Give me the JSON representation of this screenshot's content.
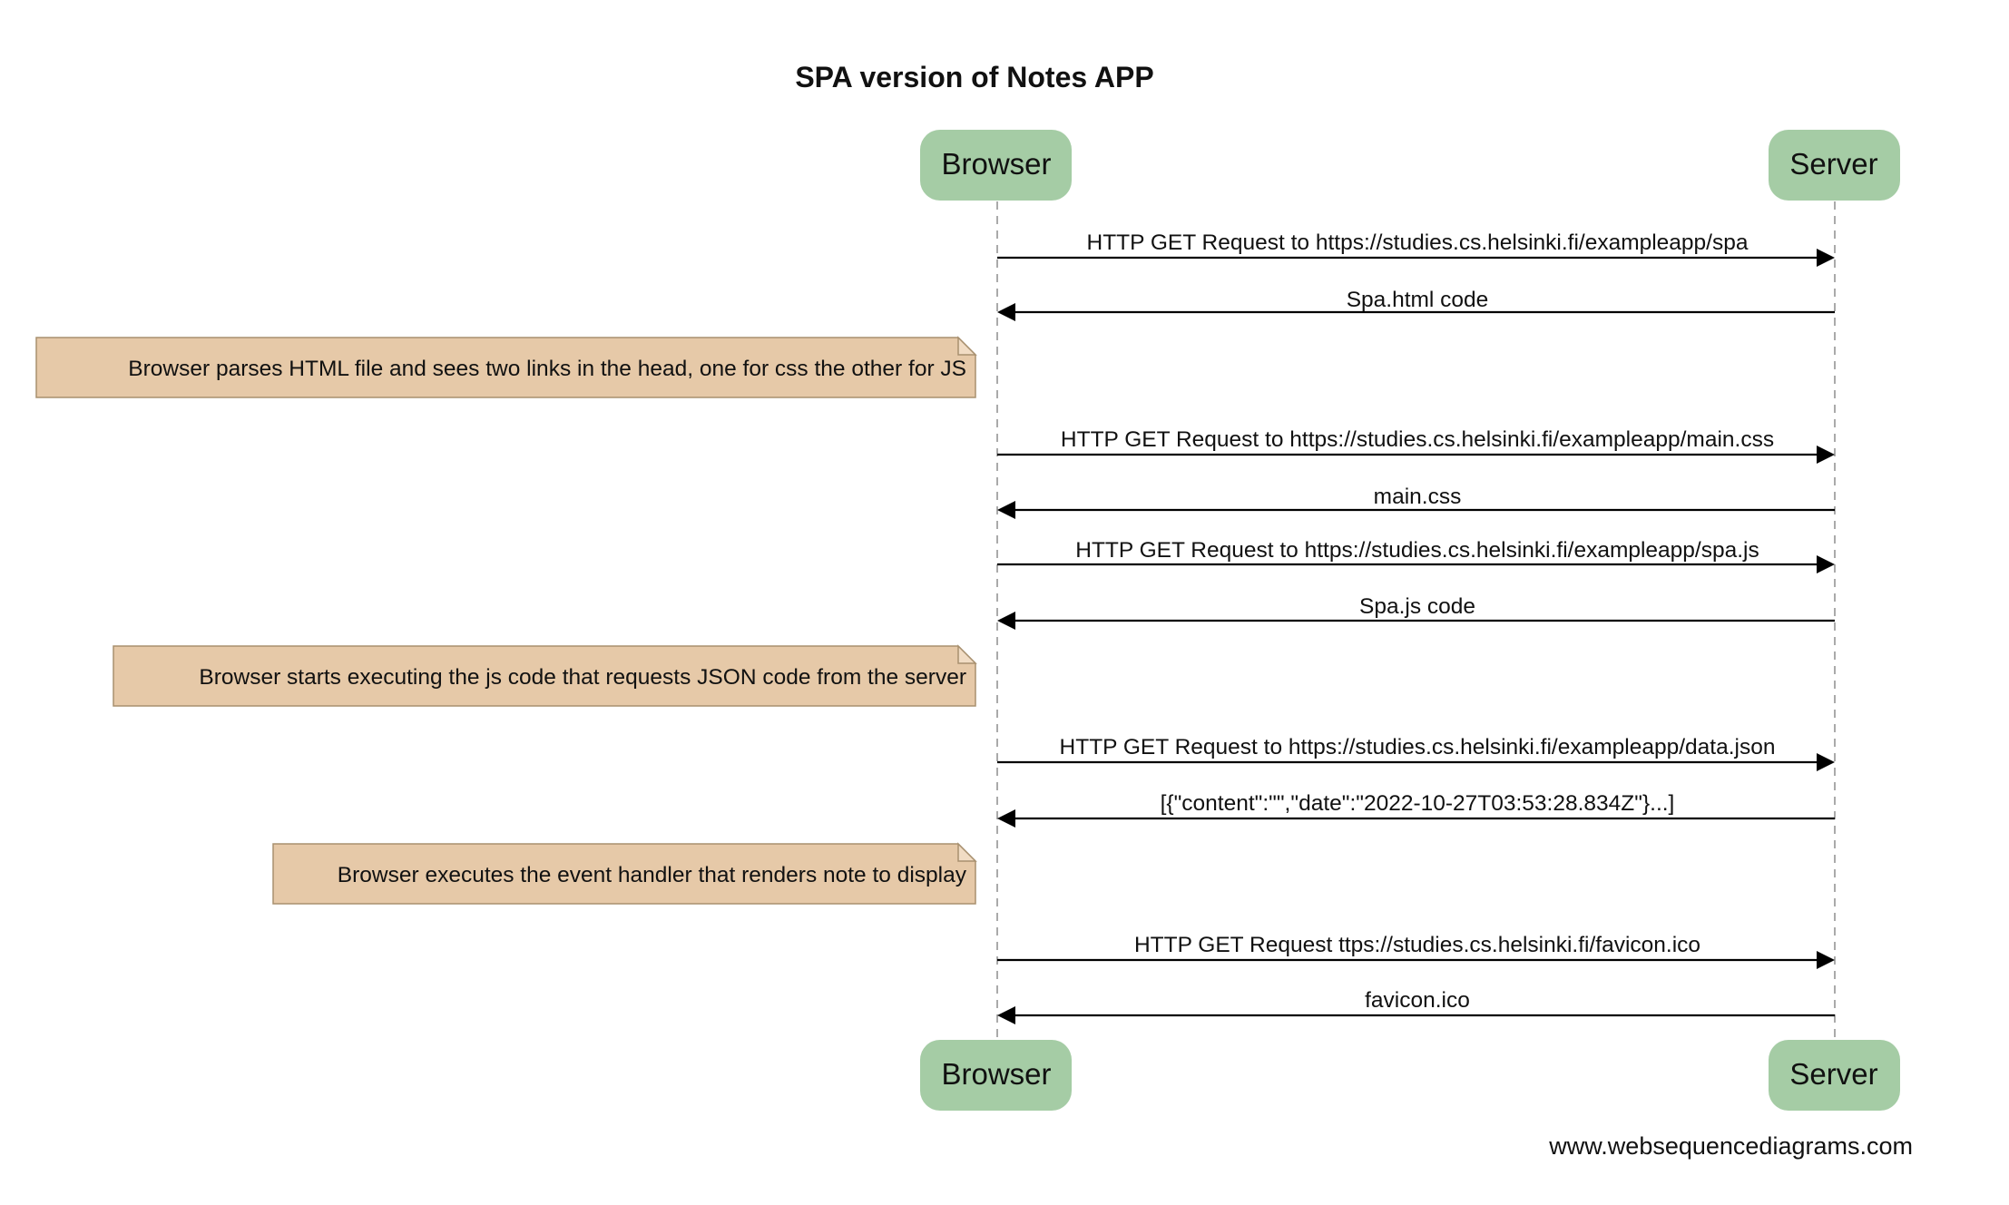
{
  "title": "SPA version of Notes APP",
  "participants": [
    {
      "id": "browser",
      "label": "Browser"
    },
    {
      "id": "server",
      "label": "Server"
    }
  ],
  "steps": [
    {
      "type": "message",
      "from": "browser",
      "to": "server",
      "text": "HTTP GET Request to https://studies.cs.helsinki.fi/exampleapp/spa"
    },
    {
      "type": "message",
      "from": "server",
      "to": "browser",
      "text": "Spa.html code"
    },
    {
      "type": "note",
      "side": "left-of",
      "of": "browser",
      "text": "Browser parses HTML file and sees two links in the head, one for css the other for JS"
    },
    {
      "type": "message",
      "from": "browser",
      "to": "server",
      "text": "HTTP GET Request to https://studies.cs.helsinki.fi/exampleapp/main.css"
    },
    {
      "type": "message",
      "from": "server",
      "to": "browser",
      "text": "main.css"
    },
    {
      "type": "message",
      "from": "browser",
      "to": "server",
      "text": "HTTP GET Request to https://studies.cs.helsinki.fi/exampleapp/spa.js"
    },
    {
      "type": "message",
      "from": "server",
      "to": "browser",
      "text": "Spa.js code"
    },
    {
      "type": "note",
      "side": "left-of",
      "of": "browser",
      "text": "Browser starts executing the js code that requests JSON code from the server"
    },
    {
      "type": "message",
      "from": "browser",
      "to": "server",
      "text": "HTTP GET Request to https://studies.cs.helsinki.fi/exampleapp/data.json"
    },
    {
      "type": "message",
      "from": "server",
      "to": "browser",
      "text": "[{\"content\":\"\",\"date\":\"2022-10-27T03:53:28.834Z\"}...]"
    },
    {
      "type": "note",
      "side": "left-of",
      "of": "browser",
      "text": "Browser executes the event handler that renders note to display"
    },
    {
      "type": "message",
      "from": "browser",
      "to": "server",
      "text": "HTTP GET Request ttps://studies.cs.helsinki.fi/favicon.ico"
    },
    {
      "type": "message",
      "from": "server",
      "to": "browser",
      "text": "favicon.ico"
    }
  ],
  "footer": "www.websequencediagrams.com",
  "colors": {
    "actor_fill": "#a5cca5",
    "note_fill": "#e6c9a8",
    "note_border": "#a8906f",
    "lifeline": "#aaaaaa",
    "line": "#000000"
  }
}
